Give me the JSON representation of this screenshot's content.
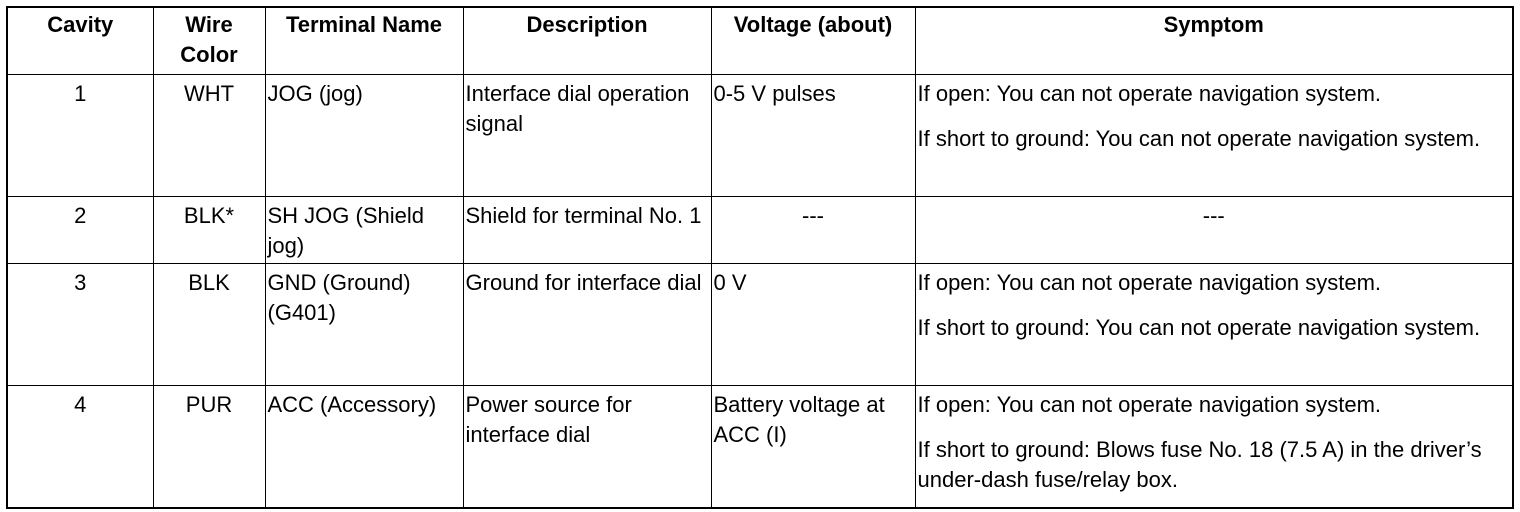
{
  "table": {
    "headers": {
      "cavity": "Cavity",
      "wire_color": "Wire Color",
      "terminal_name": "Terminal Name",
      "description": "Description",
      "voltage": "Voltage (about)",
      "symptom": "Symptom"
    },
    "rows": [
      {
        "cavity": "1",
        "wire_color": "WHT",
        "terminal_name": "JOG (jog)",
        "description": "Interface dial operation signal",
        "voltage": "0-5 V pulses",
        "symptom_open": "If open: You can not operate navigation system.",
        "symptom_short": "If short to ground: You can not operate navigation system."
      },
      {
        "cavity": "2",
        "wire_color": "BLK*",
        "terminal_name": "SH JOG (Shield jog)",
        "description": "Shield for terminal No. 1",
        "voltage": "---",
        "symptom": "---"
      },
      {
        "cavity": "3",
        "wire_color": "BLK",
        "terminal_name": "GND (Ground) (G401)",
        "description": "Ground for interface dial",
        "voltage": "0 V",
        "symptom_open": "If open: You can not operate navigation system.",
        "symptom_short": "If short to ground: You can not operate navigation system."
      },
      {
        "cavity": "4",
        "wire_color": "PUR",
        "terminal_name": "ACC (Accessory)",
        "description": "Power source for interface dial",
        "voltage": "Battery voltage at ACC (I)",
        "symptom_open": "If open: You can not operate navigation system.",
        "symptom_short": "If short to ground: Blows fuse No. 18 (7.5 A) in the driver’s under-dash fuse/relay box."
      }
    ]
  }
}
